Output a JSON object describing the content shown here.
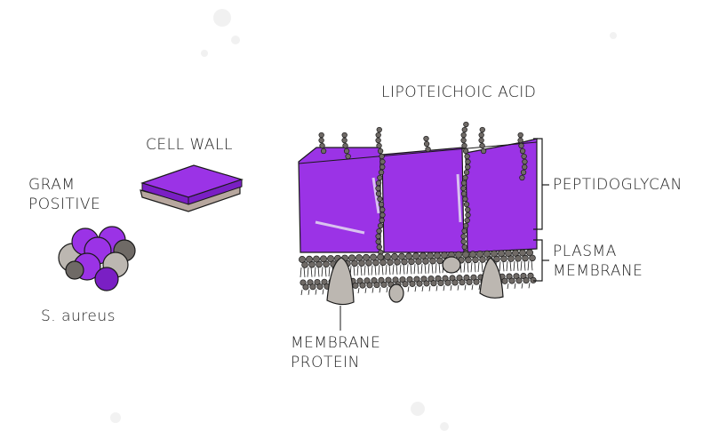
{
  "labels": {
    "gram_positive": [
      "GRAM",
      "POSITIVE"
    ],
    "cell_wall": "CELL WALL",
    "species": "S. aureus",
    "lipoteichoic_acid": "LIPOTEICHOIC ACID",
    "peptidoglycan": "PEPTIDOGLYCAN",
    "plasma_membrane": [
      "PLASMA",
      "MEMBRANE"
    ],
    "membrane_protein": [
      "MEMBRANE",
      "PROTEIN"
    ]
  },
  "colors": {
    "purple": "#9b33e6",
    "purple_dark": "#7a1fc4",
    "bead": "#6f6a66",
    "protein": "#bcb7b1",
    "line": "#1a1a1a",
    "wall_base": "#b7a79e"
  }
}
